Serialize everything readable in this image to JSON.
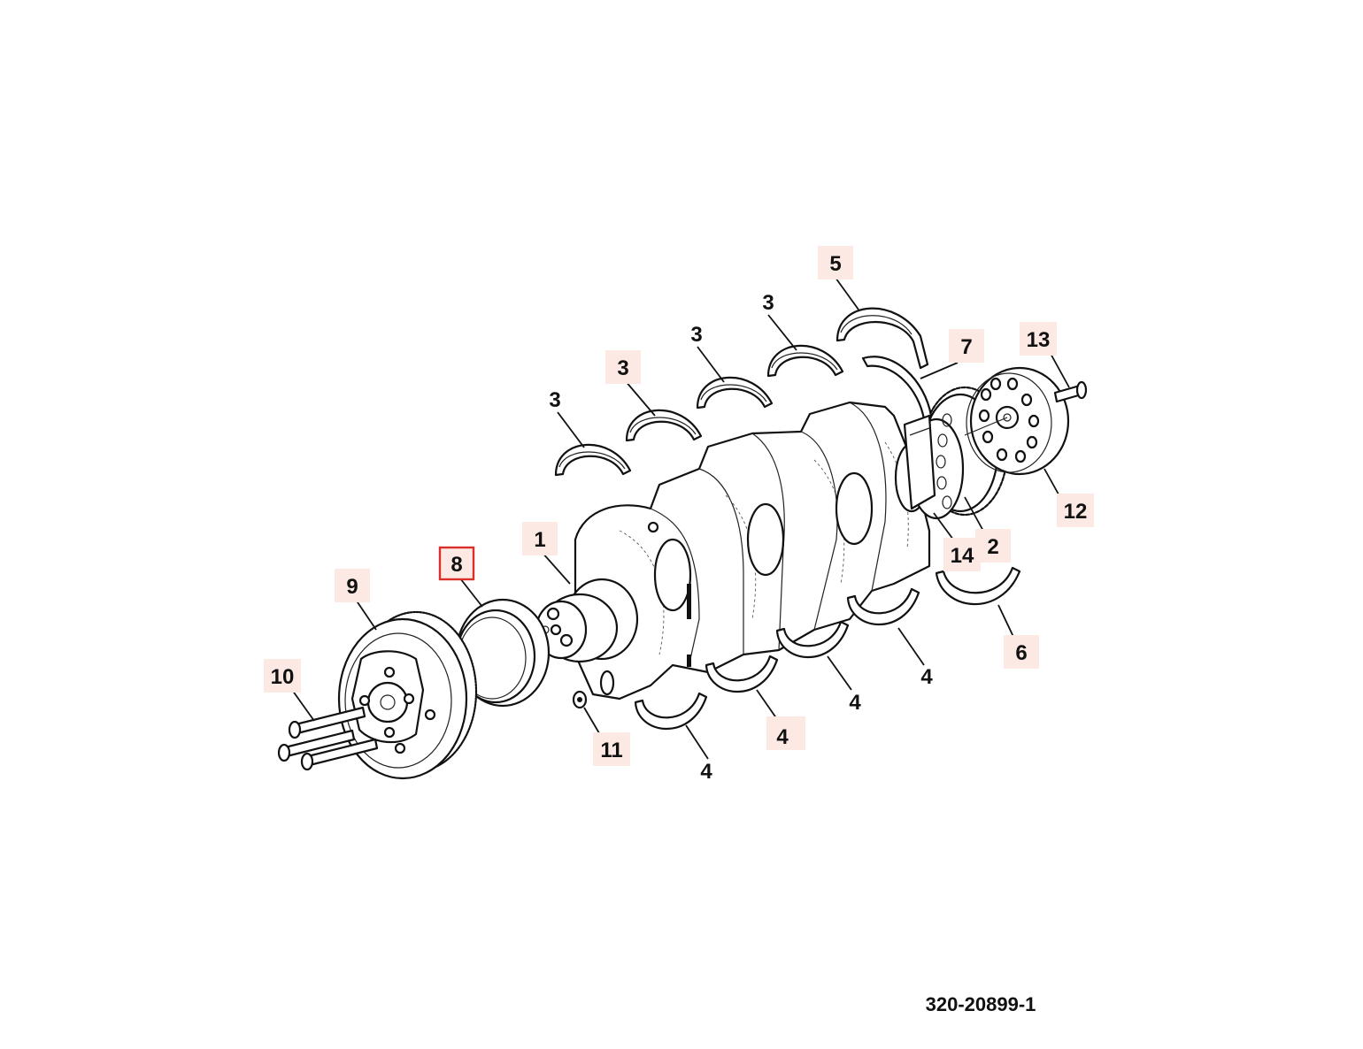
{
  "diagram": {
    "reference": "320-20899-1",
    "selected": "8",
    "callouts": [
      {
        "id": "c5",
        "num": "5",
        "hot": true
      },
      {
        "id": "c3a",
        "num": "3",
        "hot": false
      },
      {
        "id": "c3b",
        "num": "3",
        "hot": false
      },
      {
        "id": "c3c",
        "num": "3",
        "hot": true
      },
      {
        "id": "c3d",
        "num": "3",
        "hot": false
      },
      {
        "id": "c7",
        "num": "7",
        "hot": true
      },
      {
        "id": "c13",
        "num": "13",
        "hot": true
      },
      {
        "id": "c12",
        "num": "12",
        "hot": true
      },
      {
        "id": "c1",
        "num": "1",
        "hot": true
      },
      {
        "id": "c8",
        "num": "8",
        "hot": true
      },
      {
        "id": "c9",
        "num": "9",
        "hot": true
      },
      {
        "id": "c10",
        "num": "10",
        "hot": true
      },
      {
        "id": "c11",
        "num": "11",
        "hot": true
      },
      {
        "id": "c14",
        "num": "14",
        "hot": true
      },
      {
        "id": "c2",
        "num": "2",
        "hot": true
      },
      {
        "id": "c6",
        "num": "6",
        "hot": true
      },
      {
        "id": "c4a",
        "num": "4",
        "hot": false
      },
      {
        "id": "c4b",
        "num": "4",
        "hot": true
      },
      {
        "id": "c4c",
        "num": "4",
        "hot": false
      },
      {
        "id": "c4d",
        "num": "4",
        "hot": false
      }
    ]
  }
}
